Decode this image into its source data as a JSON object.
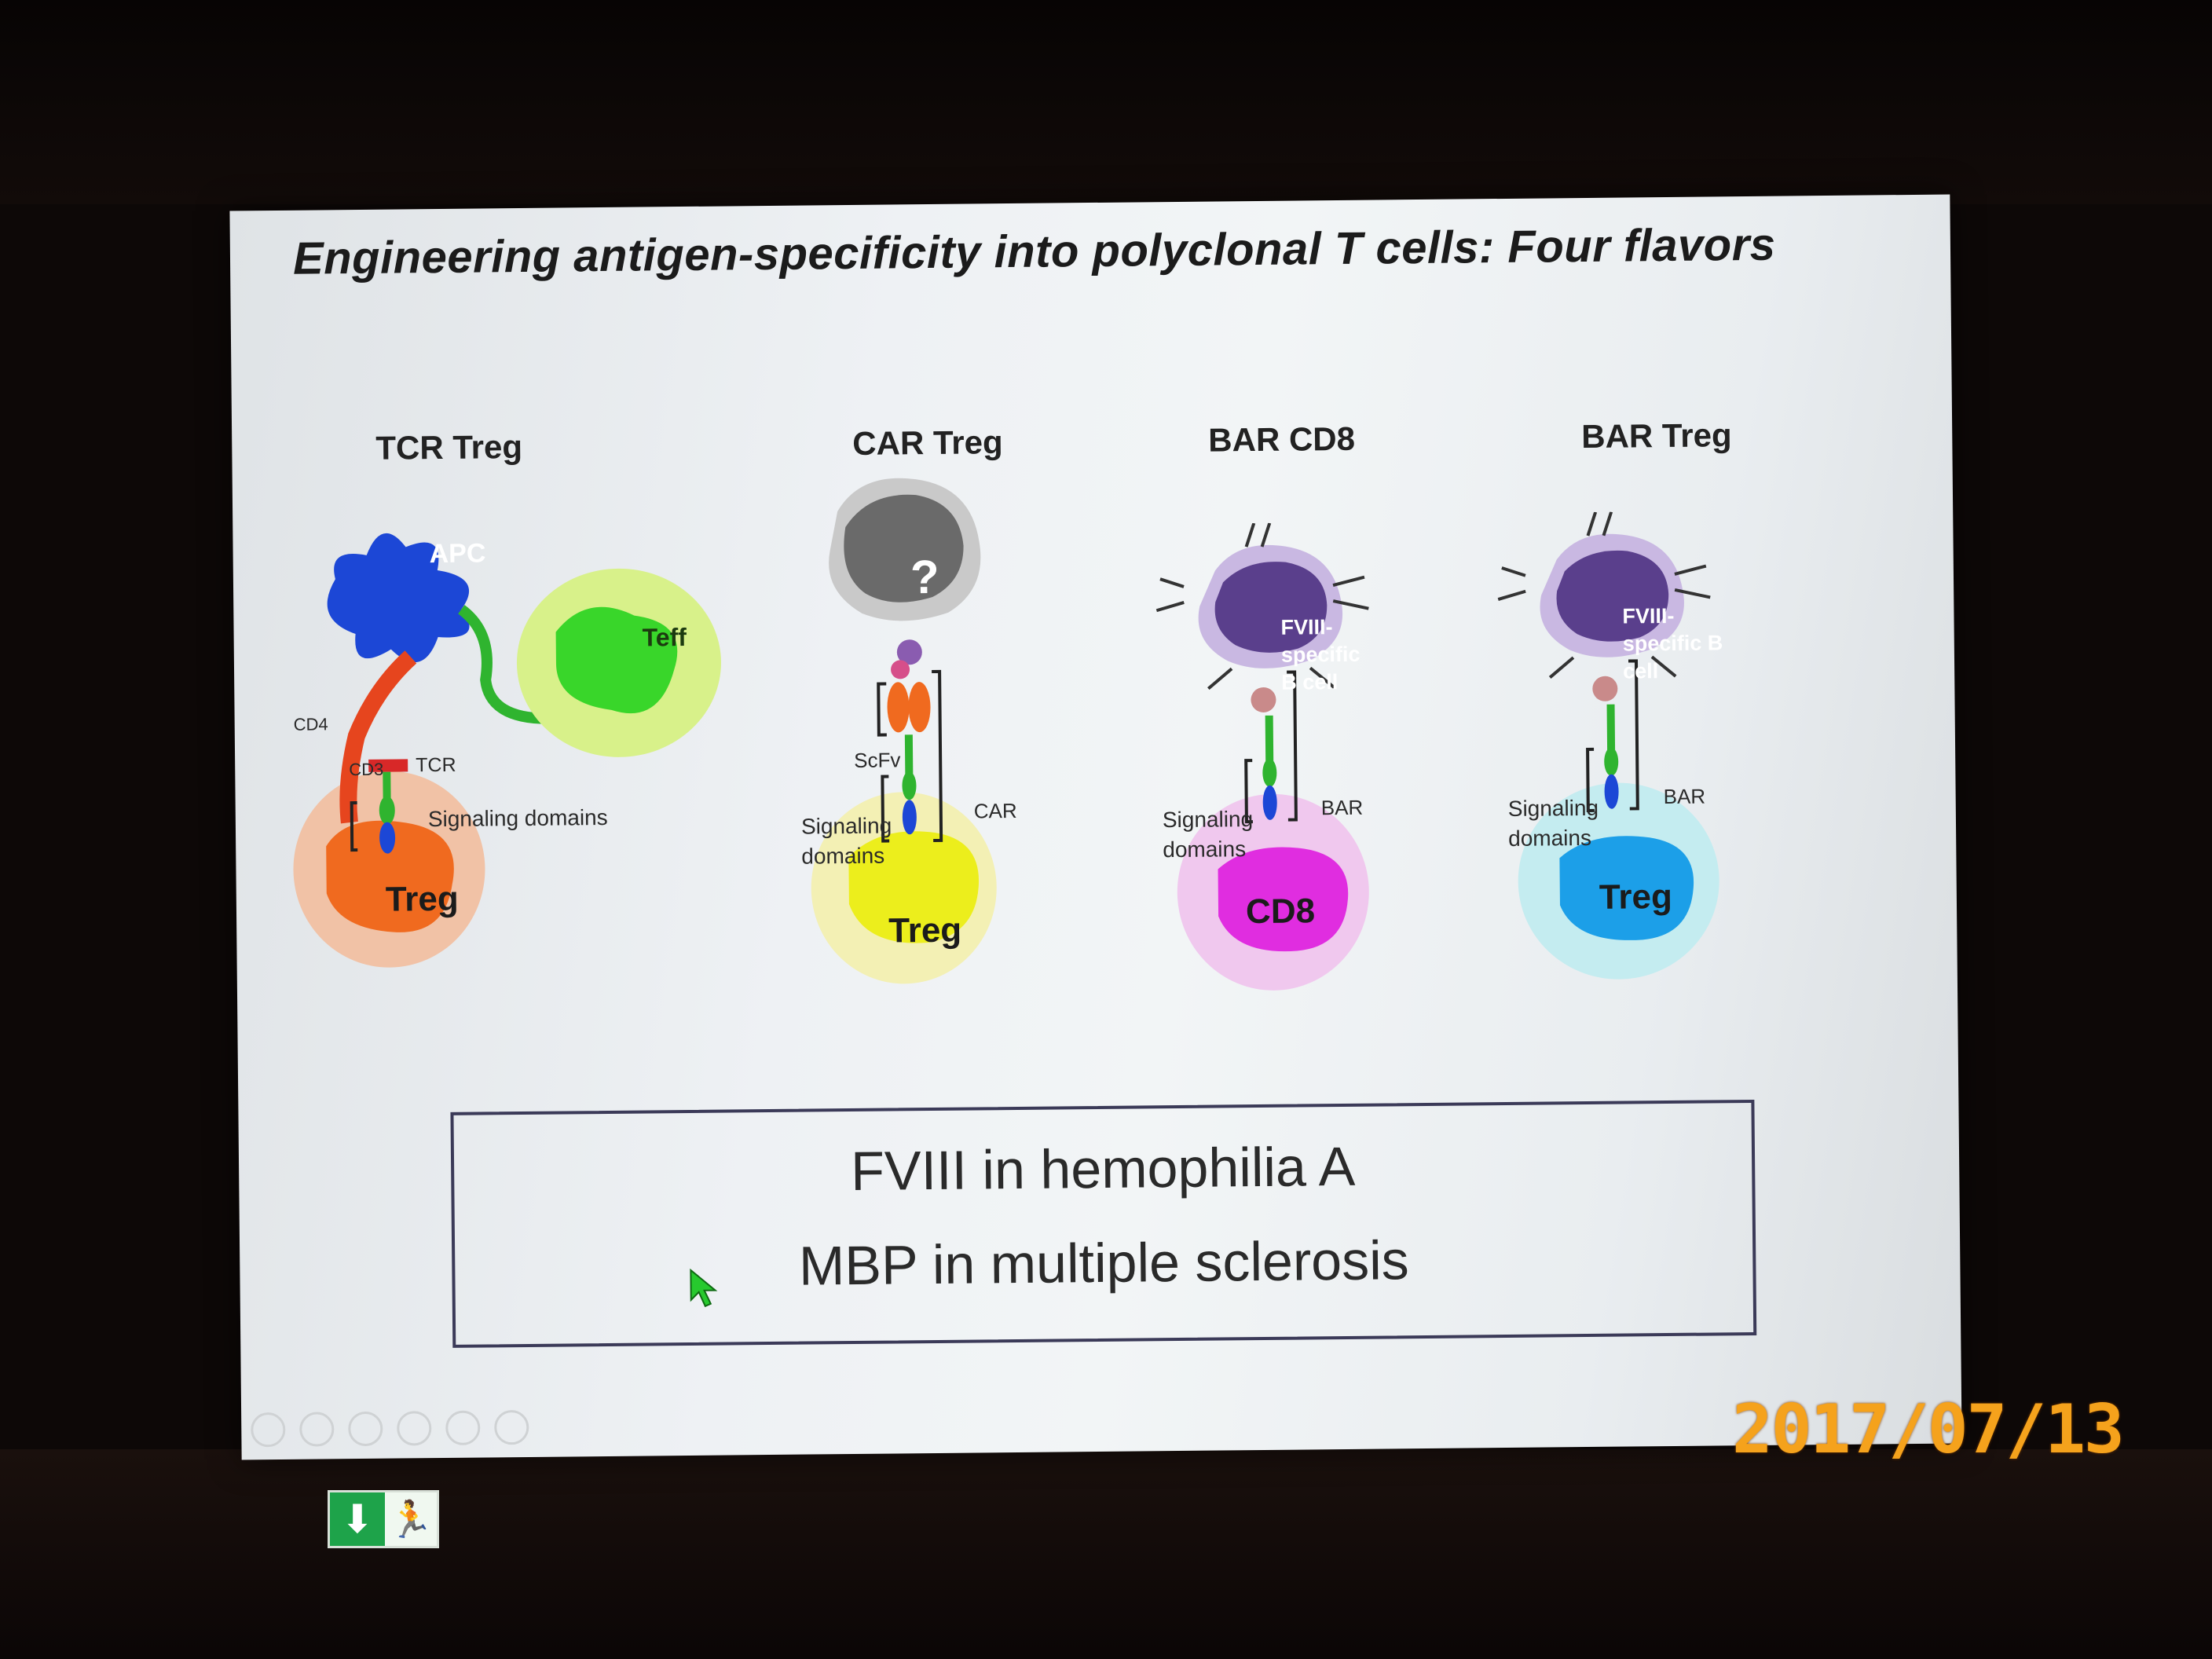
{
  "slide": {
    "title": "Engineering antigen-specificity into polyclonal T cells: Four flavors",
    "panels": [
      {
        "heading": "TCR Treg",
        "apc_label": "APC",
        "teff_label": "Teff",
        "cd4_label": "CD4",
        "cd3_label": "CD3",
        "tcr_label": "TCR",
        "signaling_label": "Signaling domains",
        "cell_label": "Treg",
        "colors": {
          "apc": "#1c47d6",
          "teff": "#39d62a",
          "treg": "#f06a1f",
          "cell_halo": "#f1c2a6"
        }
      },
      {
        "heading": "CAR Treg",
        "unknown_label": "?",
        "scfv_label": "ScFv",
        "car_label": "CAR",
        "signaling_label_1": "Signaling",
        "signaling_label_2": "domains",
        "cell_label": "Treg",
        "colors": {
          "cell": "#ecee1c",
          "cell_halo": "#f3f0b4",
          "unknown": "#6a6a6a"
        }
      },
      {
        "heading": "BAR CD8",
        "bcell_label_1": "FVIII-",
        "bcell_label_2": "specific",
        "bcell_label_3": "B cell",
        "bar_label": "BAR",
        "signaling_label_1": "Signaling",
        "signaling_label_2": "domains",
        "cell_label": "CD8",
        "colors": {
          "cell": "#e02de0",
          "cell_halo": "#f0c8ee",
          "bcell": "#5a3f8c"
        }
      },
      {
        "heading": "BAR Treg",
        "bcell_label_1": "FVIII-",
        "bcell_label_2": "specific B",
        "bcell_label_3": "cell",
        "bar_label": "BAR",
        "signaling_label_1": "Signaling",
        "signaling_label_2": "domains",
        "cell_label": "Treg",
        "colors": {
          "cell": "#1c9fe8",
          "cell_halo": "#c4ecf0",
          "bcell": "#5a3f8c"
        }
      }
    ],
    "box_lines": [
      "FVIII in hemophilia A",
      "MBP in multiple sclerosis"
    ]
  },
  "camera": {
    "date_stamp": "2017/07/13"
  }
}
